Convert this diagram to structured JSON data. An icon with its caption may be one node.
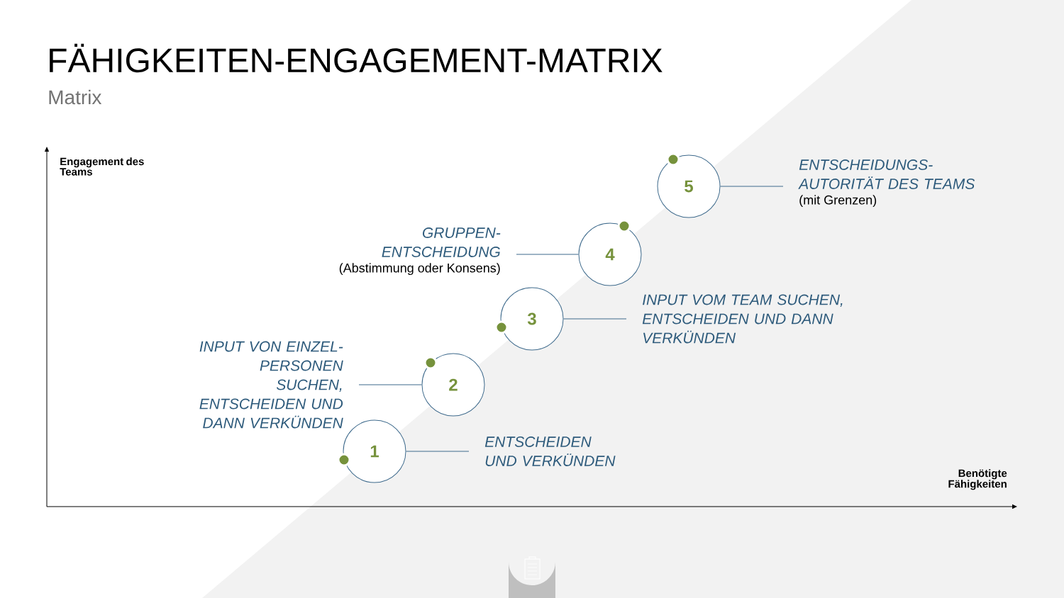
{
  "diagram": {
    "title": "FÄHIGKEITEN-ENGAGEMENT-MATRIX",
    "nodes": [
      {
        "text": [
          "5"
        ]
      },
      {
        "text": [
          "ENTSCHEIDUNGS-AUTORITÄT DES TEAMS"
        ],
        "beside": [
          "(mit Grenzen)"
        ]
      },
      {
        "text": [
          "GRUPPEN-ENTSCHEIDUNG"
        ],
        "beside": [
          "(Abstimmung oder Konsens)"
        ]
      },
      {
        "text": [
          "4"
        ]
      },
      {
        "text": [
          "3"
        ]
      },
      {
        "text": [
          "INPUT VOM TEAM SUCHEN, ENTSCHEIDEN UND DANN VERKÜNDEN"
        ]
      },
      {
        "text": [
          "INPUT VON EINZEL-PERSONEN SUCHEN, ENTSCHEIDEN UND DANN VERKÜNDEN"
        ]
      },
      {
        "text": [
          "2"
        ]
      },
      {
        "text": [
          "1"
        ]
      },
      {
        "text": [
          "ENTSCHEIDEN UND VERKÜNDEN"
        ]
      }
    ],
    "edges": [
      {
        "from": 0,
        "to": 1,
        "arrow": "none"
      },
      {
        "from": 3,
        "to": 2,
        "arrow": "none"
      },
      {
        "from": 4,
        "to": 5,
        "arrow": "none"
      },
      {
        "from": 7,
        "to": 6,
        "arrow": "none"
      },
      {
        "from": 8,
        "to": 9,
        "arrow": "none"
      }
    ],
    "labels": [
      "Matrix",
      "Engagement des Teams",
      "Benötigte Fähigkeiten"
    ]
  }
}
